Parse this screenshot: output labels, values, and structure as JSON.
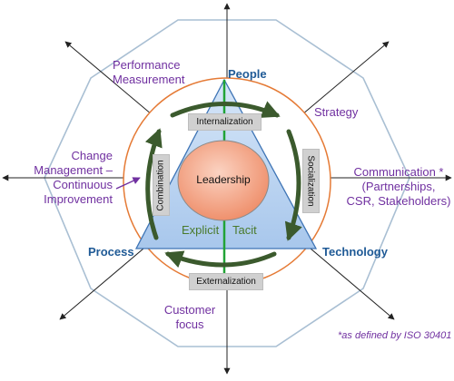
{
  "dimensions": {
    "top": "People",
    "left": "Process",
    "right": "Technology"
  },
  "center": "Leadership",
  "knowledge_types": {
    "left": "Explicit",
    "right": "Tacit"
  },
  "seci": {
    "top": "Internalization",
    "right": "Socialization",
    "bottom": "Externalization",
    "left": "Combination"
  },
  "outer_factors": {
    "performance": [
      "Performance",
      "Measurement"
    ],
    "strategy": "Strategy",
    "communication": [
      "Communication *",
      "(Partnerships,",
      "CSR, Stakeholders)"
    ],
    "change": [
      "Change",
      "Management –",
      "Continuous",
      "Improvement"
    ],
    "customer": [
      "Customer",
      "focus"
    ]
  },
  "footnote": "*as defined by ISO 30401",
  "colors": {
    "octagon": "#a9bfd3",
    "orange_circle": "#e57a35",
    "triangle_fill": "#b9d3f0",
    "triangle_stroke": "#3e74b5",
    "vertical_line": "#21a336",
    "arrows": "#3b5a2d",
    "leadership_fill": "#f4a07f",
    "purple_text": "#7030a0",
    "blue_text": "#1f5a96"
  }
}
